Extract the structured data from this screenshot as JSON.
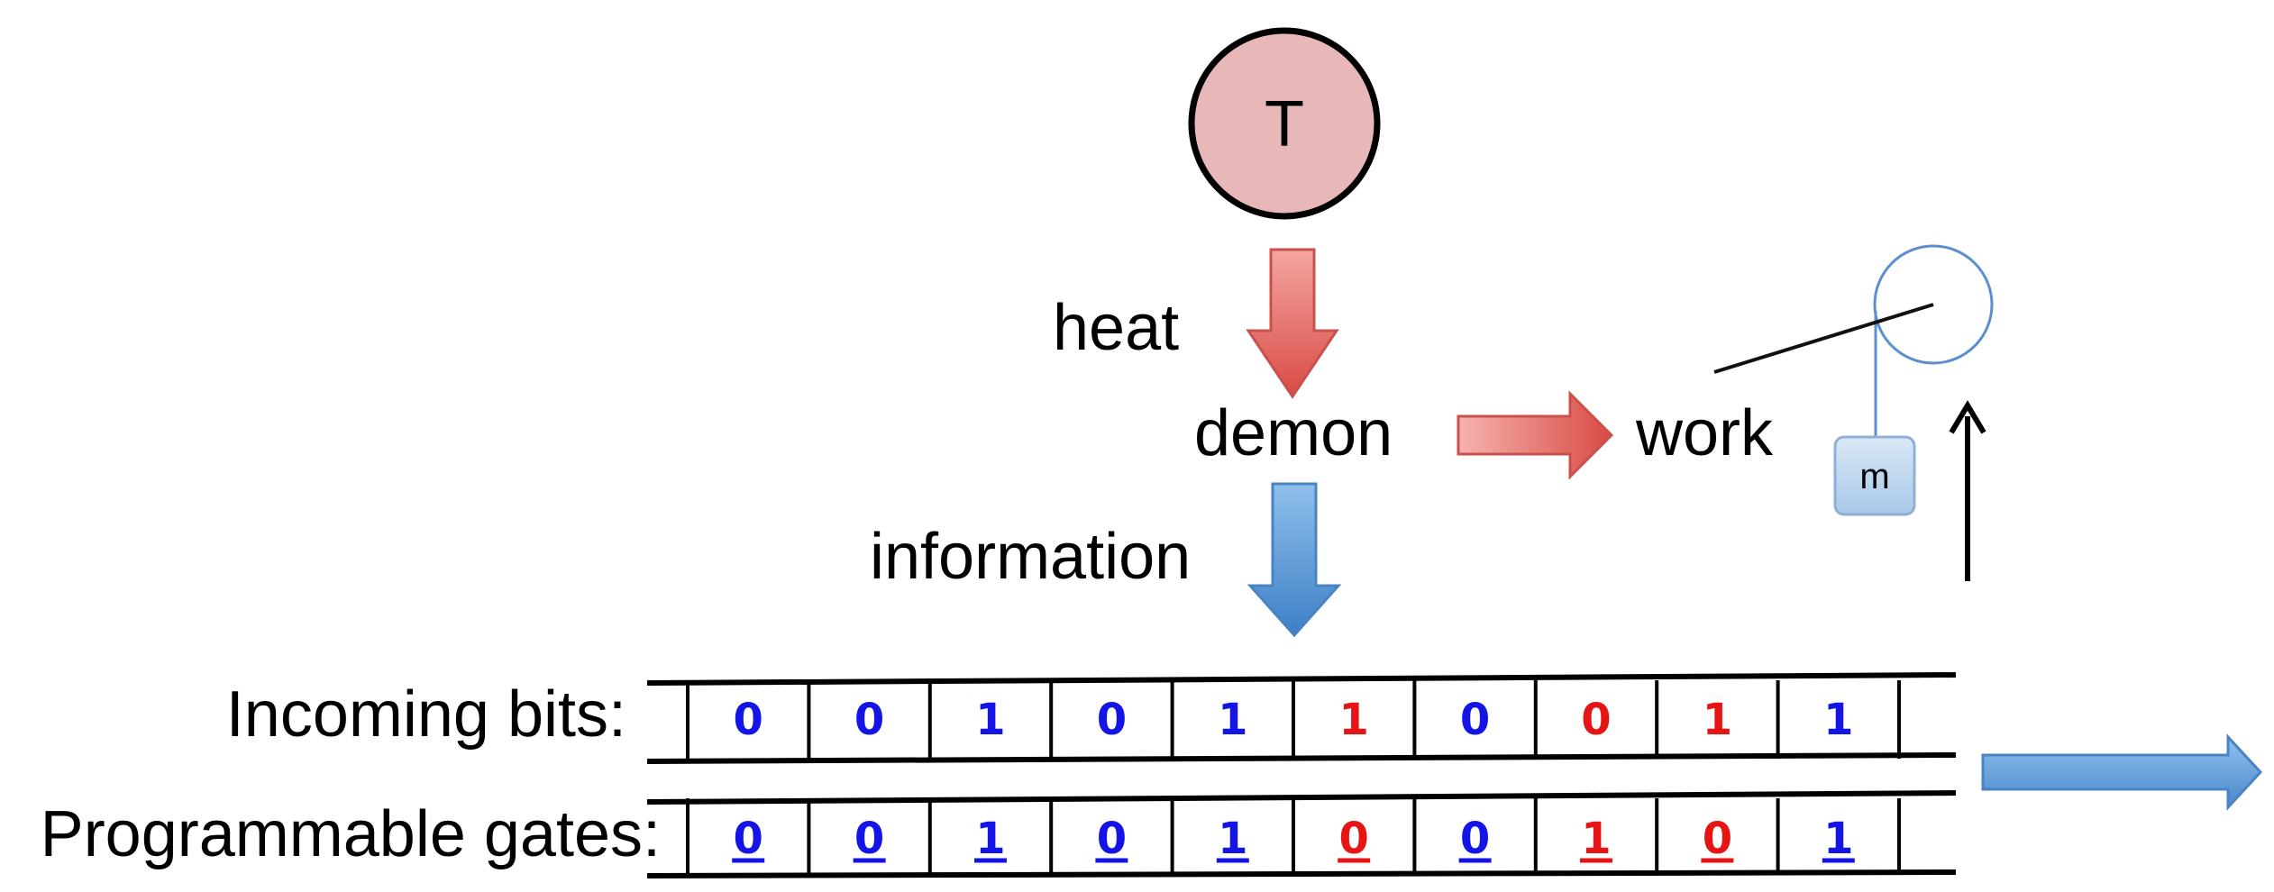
{
  "reservoir": {
    "label": "T"
  },
  "labels": {
    "heat": "heat",
    "demon": "demon",
    "work": "work",
    "information": "information",
    "mass": "m"
  },
  "tapes": {
    "incoming": {
      "label": "Incoming bits:",
      "bits": [
        "0",
        "0",
        "1",
        "0",
        "1",
        "1",
        "0",
        "0",
        "1",
        "1"
      ],
      "colors": [
        "blue",
        "blue",
        "blue",
        "blue",
        "blue",
        "red",
        "blue",
        "red",
        "red",
        "blue"
      ]
    },
    "gates": {
      "label": "Programmable gates:",
      "bits": [
        "0",
        "0",
        "1",
        "0",
        "1",
        "0",
        "0",
        "1",
        "0",
        "1"
      ],
      "colors": [
        "blue",
        "blue",
        "blue",
        "blue",
        "blue",
        "red",
        "blue",
        "red",
        "red",
        "blue"
      ]
    }
  },
  "colors": {
    "blue": "#1414e6",
    "red": "#e61414",
    "reservoir_fill": "#e8b8b8",
    "heat_arrow": "#e05a55",
    "info_arrow": "#5b9bd5",
    "pulley": "#5b8fd0"
  }
}
